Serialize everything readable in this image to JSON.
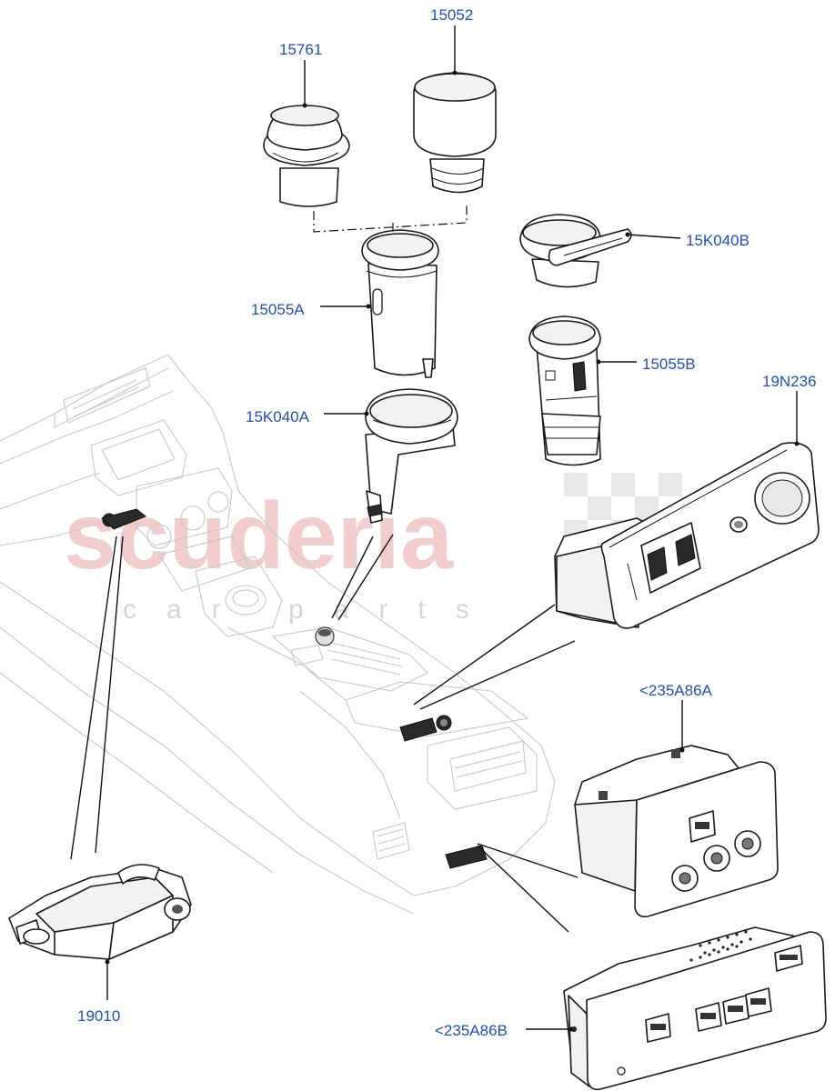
{
  "watermark": {
    "brand": "scuderia",
    "tagline": "car parts"
  },
  "callouts": {
    "p15761": "15761",
    "p15052": "15052",
    "p15k040b": "15K040B",
    "p15055a": "15055A",
    "p15055b": "15055B",
    "p15k040a": "15K040A",
    "p19n236": "19N236",
    "p235a86a": "<235A86A",
    "p19010": "19010",
    "p235a86b": "<235A86B"
  },
  "colors": {
    "callout_text": "#1f4fbf",
    "line_art": "#1a1a1a",
    "background_art": "#c8c8c8",
    "watermark": "#e9a6a6"
  }
}
